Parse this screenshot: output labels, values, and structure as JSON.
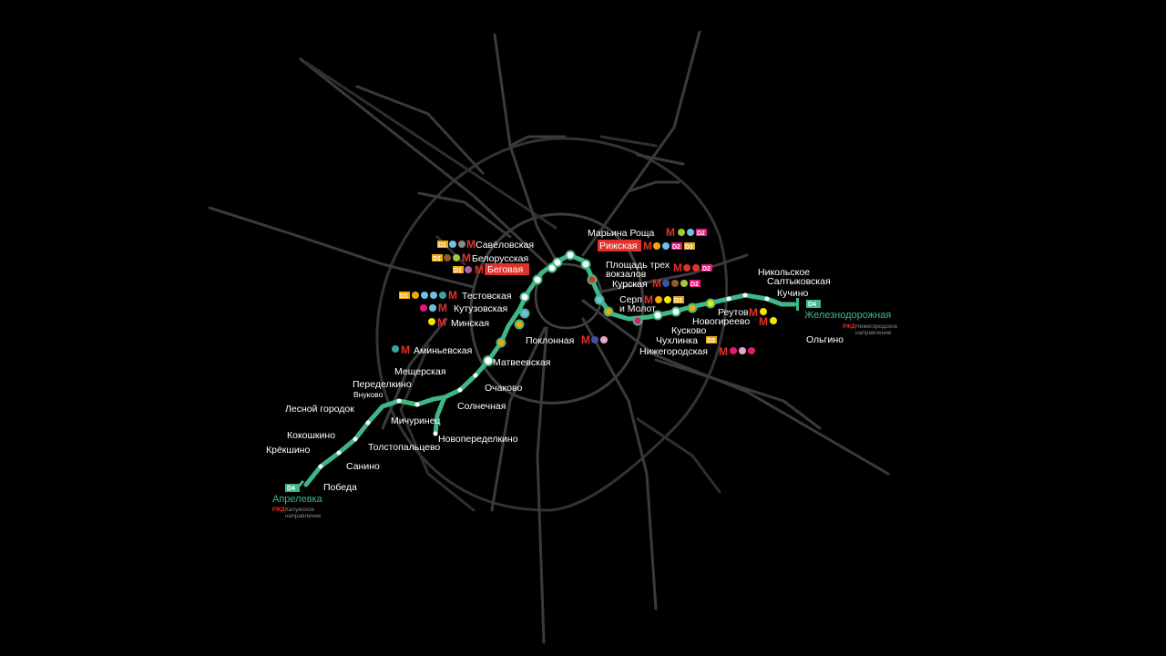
{
  "map": {
    "line_name": "D4",
    "line_color": "#3fb886",
    "terminus_west": "Апрелевка",
    "terminus_east": "Железнодорожная",
    "direction_west": [
      "Калужское",
      "направление"
    ],
    "direction_east": [
      "Нижегородское",
      "направление"
    ],
    "rzd_label": "РЖД",
    "metro_letter": "М",
    "stations": {
      "marina_roshcha": "Марьина Роща",
      "rizhskaya": "Рижская",
      "ploshchad_1": "Площадь трех",
      "ploshchad_2": "вокзалов",
      "kurskaya": "Курская",
      "serp_1": "Серп",
      "serp_2": "и Молот",
      "savyolovskaya": "Савёловская",
      "belorusskaya": "Белорусская",
      "begovaya": "Беговая",
      "testovskaya": "Тестовская",
      "kutuzovskaya": "Кутузовская",
      "minskaya": "Минская",
      "aminevskaya": "Аминьевская",
      "poklonnaya": "Поклонная",
      "matveevskaya": "Матвеевская",
      "meshcherskaya": "Мещерская",
      "ochakovo": "Очаково",
      "peredelkino": "Переделкино",
      "vnukovo": "Внуково",
      "solnechnaya": "Солнечная",
      "lesnoy_gorodok": "Лесной городок",
      "michurinets": "Мичуринец",
      "novoperedelkino": "Новопеределкино",
      "kokoshkino": "Кокошкино",
      "tolstopaltsevo": "Толстопальцево",
      "kryokshino": "Крёкшино",
      "sanino": "Санино",
      "pobeda": "Победа",
      "nikolskoe": "Никольское",
      "saltykovskaya": "Салтыковская",
      "kuchino": "Кучино",
      "reutov": "Реутов",
      "novogireevo": "Новогиреево",
      "kuskovo": "Кусково",
      "chukhlinka": "Чухлинка",
      "nizhegorodskaya": "Нижегородская",
      "olgino": "Ольгино"
    },
    "transfer_tags": {
      "d2": "D2",
      "d3": "D3",
      "d1": "D1"
    },
    "colors": {
      "background": "#000000",
      "base_lines": "#3a3a3a",
      "d4": "#3fb886",
      "highlight": "#e0322b",
      "d1_tag": "#f2a900",
      "d2_tag": "#e6157a",
      "d3_tag": "#e7a617"
    }
  }
}
